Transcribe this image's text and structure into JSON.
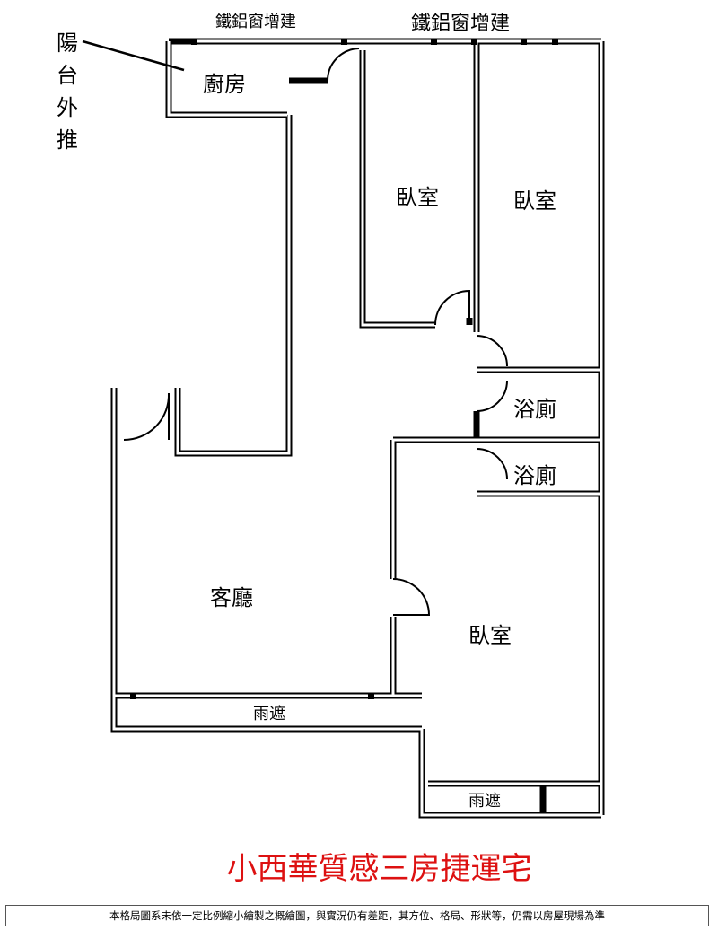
{
  "labels": {
    "window_addition_left": "鐵鋁窗增建",
    "window_addition_right": "鐵鋁窗增建",
    "balcony_extension": [
      "陽",
      "台",
      "外",
      "推"
    ],
    "kitchen": "廚房",
    "bedroom_1": "臥室",
    "bedroom_2": "臥室",
    "bedroom_3": "臥室",
    "bathroom_1": "浴廁",
    "bathroom_2": "浴廁",
    "living_room": "客廳",
    "awning_1": "雨遮",
    "awning_2": "雨遮"
  },
  "title": "小西華質感三房捷運宅",
  "disclaimer": "本格局圖系未依一定比例縮小繪製之概繪圖，與實況仍有差距，其方位、格局、形狀等，仍需以房屋現場為準",
  "colors": {
    "wall": "#000000",
    "title": "#dd1111"
  }
}
